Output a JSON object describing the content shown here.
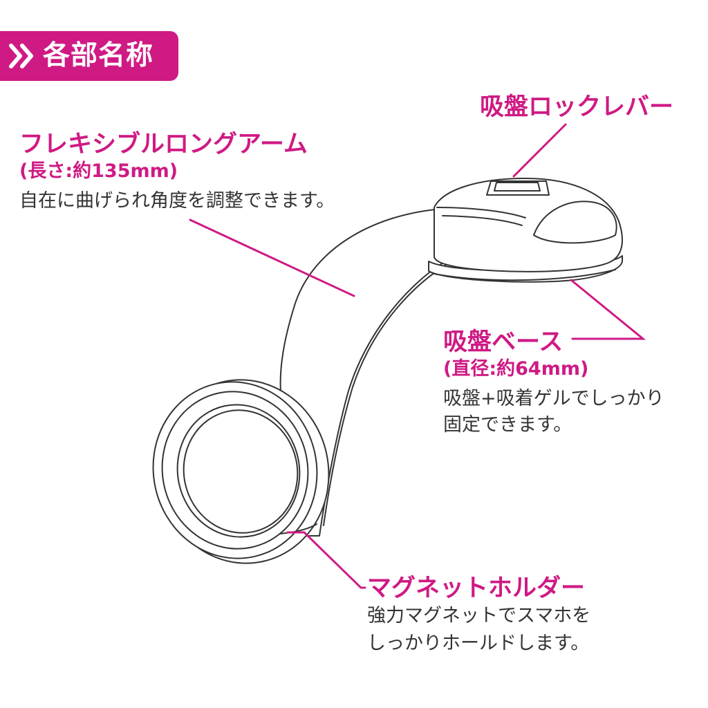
{
  "header": {
    "title": "各部名称",
    "icon": "double-chevron-right-icon",
    "background_color": "#cf1a84"
  },
  "colors": {
    "accent": "#cf1a84",
    "text": "#333333",
    "outline": "#333333"
  },
  "parts": {
    "suction_lock_lever": {
      "title": "吸盤ロックレバー"
    },
    "flexible_arm": {
      "title": "フレキシブルロングアーム",
      "spec": "(長さ:約135mm)",
      "description": "自在に曲げられ角度を調整できます。"
    },
    "suction_base": {
      "title": "吸盤ベース",
      "spec": "(直径:約64mm)",
      "description_line1": "吸盤+吸着ゲルでしっかり",
      "description_line2": "固定できます。"
    },
    "magnet_holder": {
      "title": "マグネットホルダー",
      "description_line1": "強力マグネットでスマホを",
      "description_line2": "しっかりホールドします。"
    }
  }
}
